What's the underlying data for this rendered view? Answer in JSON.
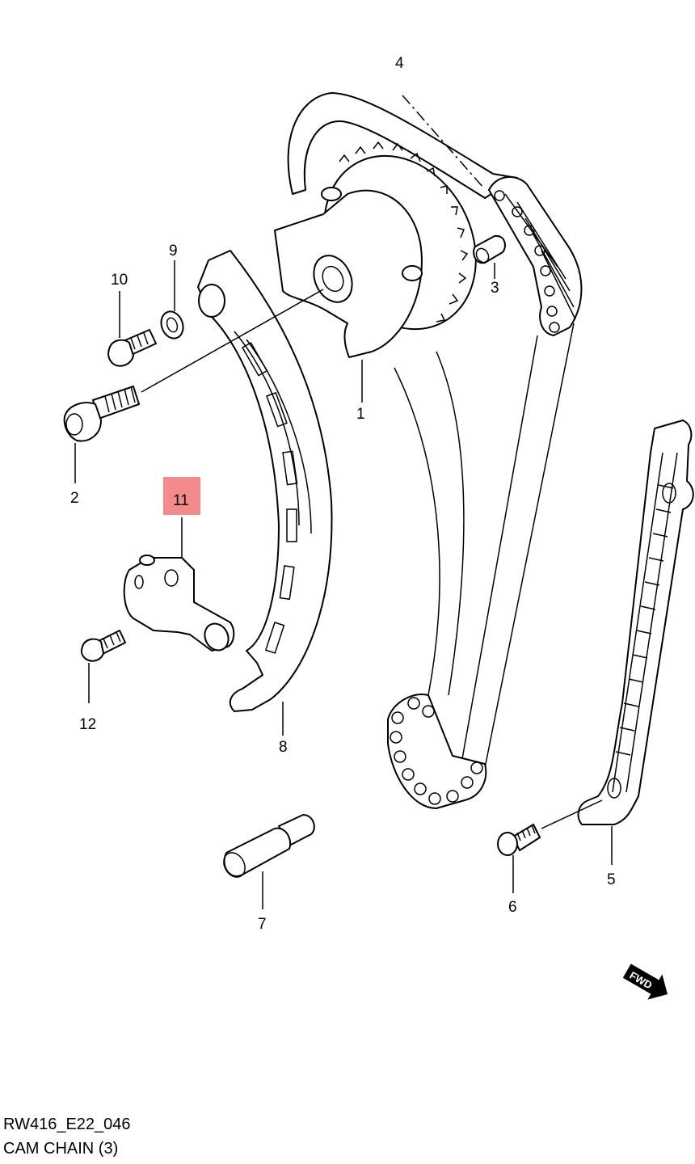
{
  "diagram": {
    "callouts": [
      {
        "id": "1",
        "label": "1"
      },
      {
        "id": "2",
        "label": "2"
      },
      {
        "id": "3",
        "label": "3"
      },
      {
        "id": "4",
        "label": "4"
      },
      {
        "id": "5",
        "label": "5"
      },
      {
        "id": "6",
        "label": "6"
      },
      {
        "id": "7",
        "label": "7"
      },
      {
        "id": "8",
        "label": "8"
      },
      {
        "id": "9",
        "label": "9"
      },
      {
        "id": "10",
        "label": "10"
      },
      {
        "id": "11",
        "label": "11",
        "highlighted": true,
        "highlight_color": "#f48a8c"
      },
      {
        "id": "12",
        "label": "12"
      }
    ],
    "fwd_mark": "FWD"
  },
  "footer": {
    "code": "RW416_E22_046",
    "title": "CAM CHAIN (3)"
  }
}
